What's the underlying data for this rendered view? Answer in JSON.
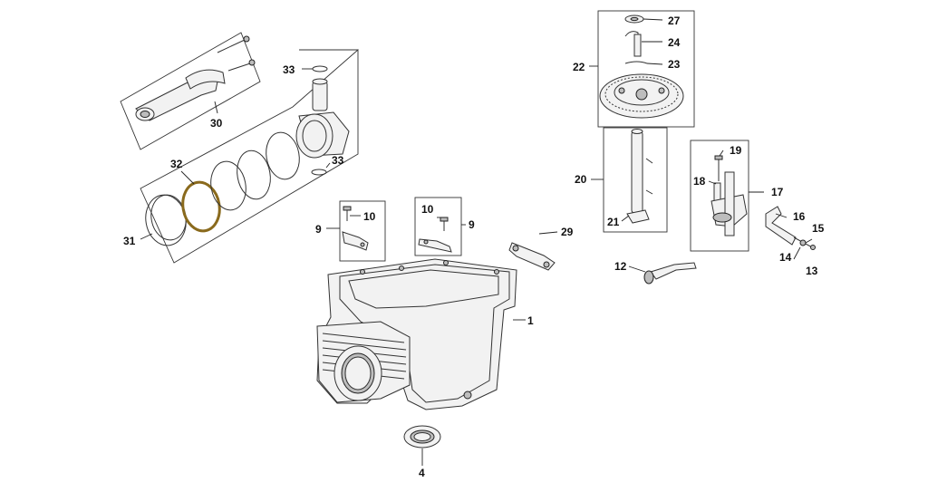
{
  "diagram": {
    "callouts": {
      "c1": "1",
      "c4": "4",
      "c9a": "9",
      "c9b": "9",
      "c10a": "10",
      "c10b": "10",
      "c12": "12",
      "c13": "13",
      "c14": "14",
      "c15": "15",
      "c16": "16",
      "c17": "17",
      "c18": "18",
      "c19": "19",
      "c20": "20",
      "c21": "21",
      "c22": "22",
      "c23": "23",
      "c24": "24",
      "c27": "27",
      "c29": "29",
      "c30": "30",
      "c31": "31",
      "c32": "32",
      "c33a": "33",
      "c33b": "33"
    },
    "colors": {
      "line": "#333333",
      "highlight_ring": "#8a6a1d",
      "background": "#ffffff"
    }
  }
}
